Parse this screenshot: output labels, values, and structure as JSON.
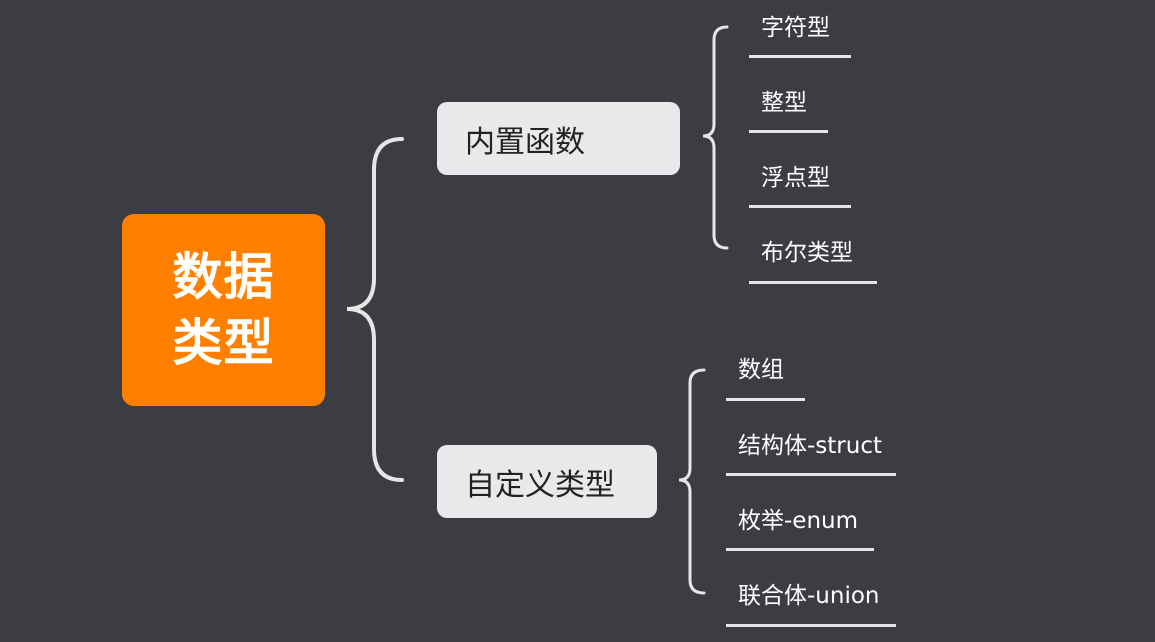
{
  "root": {
    "label_line1": "数据",
    "label_line2": "类型"
  },
  "branches": [
    {
      "label": "内置函数",
      "children": [
        "字符型",
        "整型",
        "浮点型",
        "布尔类型"
      ]
    },
    {
      "label": "自定义类型",
      "children": [
        "数组",
        "结构体-struct",
        "枚举-enum",
        "联合体-union"
      ]
    }
  ],
  "colors": {
    "background": "#3c3d42",
    "root_fill": "#ff8000",
    "branch_fill": "#e8e9eb",
    "connector": "#e6e6e6"
  }
}
